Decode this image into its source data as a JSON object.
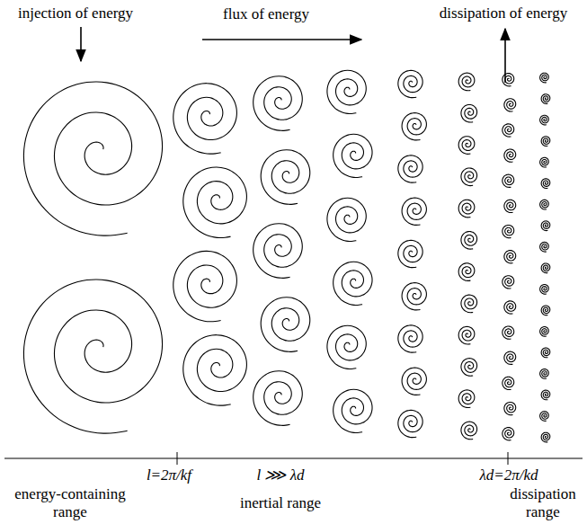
{
  "diagram": {
    "labels": [
      "injection of energy",
      "flux of energy",
      "dissipation of energy",
      "l=2π/kf",
      "l ⋙ λd",
      "λd=2π/kd",
      "energy-containing range",
      "inertial range",
      "dissipation range"
    ]
  }
}
